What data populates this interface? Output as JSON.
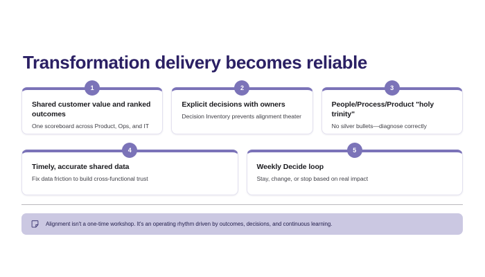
{
  "slide": {
    "title": "Transformation delivery becomes reliable",
    "accent_color": "#7b73b8",
    "title_color": "#2b2064",
    "callout_bg": "#cbc8e2"
  },
  "cards": [
    {
      "number": "1",
      "title": "Shared customer value and ranked outcomes",
      "desc": "One scoreboard across Product, Ops, and IT"
    },
    {
      "number": "2",
      "title": "Explicit decisions with owners",
      "desc": "Decision Inventory prevents alignment theater"
    },
    {
      "number": "3",
      "title": "People/Process/Product \"holy trinity\"",
      "desc": "No silver bullets—diagnose correctly"
    },
    {
      "number": "4",
      "title": "Timely, accurate shared data",
      "desc": "Fix data friction to build cross-functional trust"
    },
    {
      "number": "5",
      "title": "Weekly Decide loop",
      "desc": "Stay, change, or stop based on real impact"
    }
  ],
  "callout": {
    "icon": "note-icon",
    "text": "Alignment isn't a one-time workshop. It's an operating rhythm driven by outcomes, decisions, and continuous learning."
  }
}
